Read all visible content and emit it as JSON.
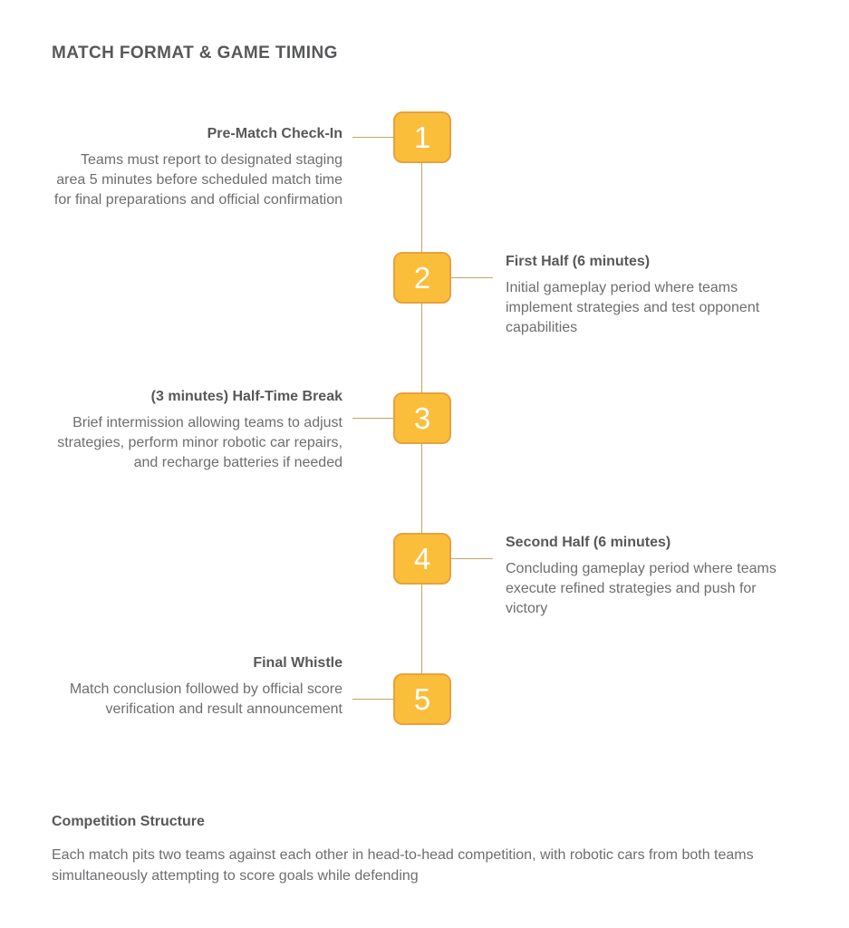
{
  "title": "MATCH FORMAT & GAME TIMING",
  "colors": {
    "node_fill": "#FBBE3B",
    "node_border": "#E8A23C",
    "connector": "#C2A566",
    "heading_text": "#57585A",
    "body_text": "#6D6E71"
  },
  "timeline": {
    "steps": [
      {
        "number": "1",
        "side": "left",
        "heading": "Pre-Match Check-In",
        "body": "Teams must report to designated staging area 5 minutes before scheduled match time for final preparations and official confirmation"
      },
      {
        "number": "2",
        "side": "right",
        "heading": "First Half (6 minutes)",
        "body": "Initial gameplay period where teams implement strategies and test opponent capabilities"
      },
      {
        "number": "3",
        "side": "left",
        "heading": "(3 minutes) Half-Time Break",
        "body": "Brief intermission allowing teams to adjust strategies, perform minor robotic car repairs, and recharge batteries if needed"
      },
      {
        "number": "4",
        "side": "right",
        "heading": "Second Half (6 minutes)",
        "body": "Concluding gameplay period where teams execute refined strategies and push for victory"
      },
      {
        "number": "5",
        "side": "left",
        "heading": "Final Whistle",
        "body": "Match conclusion followed by official score verification and result announcement"
      }
    ]
  },
  "footer": {
    "heading": "Competition Structure",
    "body": "Each match pits two teams against each other in head-to-head competition, with robotic cars from both teams simultaneously attempting to score goals while defending"
  }
}
